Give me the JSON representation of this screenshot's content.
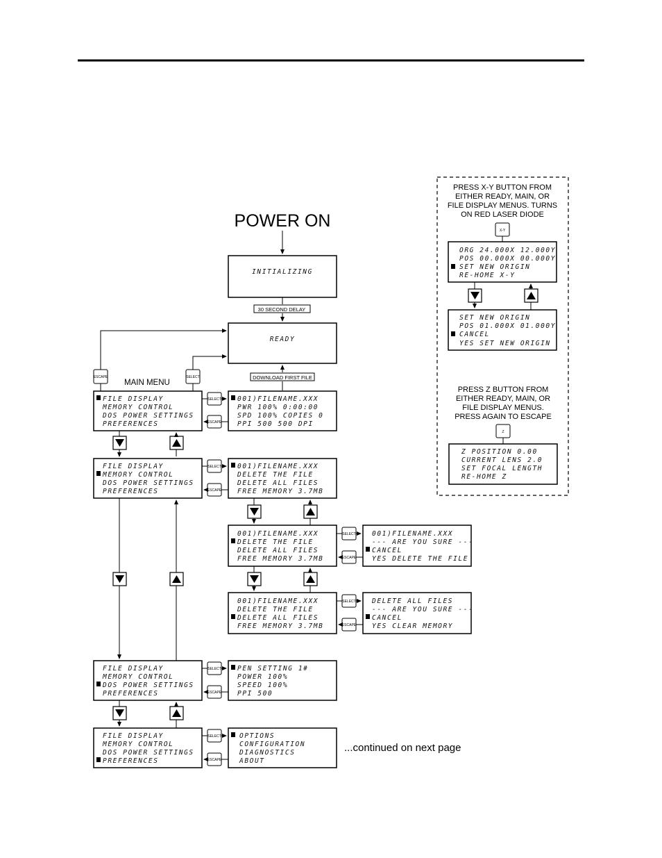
{
  "power_on": "POWER ON",
  "main_menu_label": "MAIN MENU",
  "continued_label": "...continued on next page",
  "delay_label": "30 SECOND DELAY",
  "download_label": "DOWNLOAD FIRST FILE",
  "buttons": {
    "select": "SELECT",
    "escape": "ESCAPE",
    "xy": "X-Y",
    "z": "Z"
  },
  "screens": {
    "initializing": [
      "INITIALIZING"
    ],
    "ready": [
      "READY"
    ],
    "main_file": [
      "FILE DISPLAY",
      "MEMORY CONTROL",
      "DOS POWER SETTINGS",
      "PREFERENCES"
    ],
    "file_display": [
      "001)FILENAME.XXX",
      "PWR  100%   0:00:00",
      "SPD  100%   COPIES  0",
      "PPI   500   500   DPI"
    ],
    "main_memory": [
      "FILE DISPLAY",
      "MEMORY CONTROL",
      "DOS POWER SETTINGS",
      "PREFERENCES"
    ],
    "memory_1": [
      "001)FILENAME.XXX",
      "DELETE THE FILE",
      "DELETE ALL FILES",
      "FREE MEMORY   3.7MB"
    ],
    "memory_2": [
      "001)FILENAME.XXX",
      "DELETE THE FILE",
      "DELETE ALL FILES",
      "FREE MEMORY   3.7MB"
    ],
    "confirm_delete": [
      "001)FILENAME.XXX",
      "--- ARE YOU SURE ---",
      "CANCEL",
      "YES DELETE THE FILE"
    ],
    "memory_3": [
      "001)FILENAME.XXX",
      "DELETE THE FILE",
      "DELETE ALL FILES",
      "FREE MEMORY   3.7MB"
    ],
    "confirm_all": [
      "DELETE ALL FILES",
      "--- ARE YOU SURE ---",
      "CANCEL",
      "YES CLEAR MEMORY"
    ],
    "main_dos": [
      "FILE DISPLAY",
      "MEMORY CONTROL",
      "DOS POWER SETTINGS",
      "PREFERENCES"
    ],
    "dos_settings": [
      "PEN SETTING         1#",
      "POWER             100%",
      "SPEED             100%",
      "PPI                500"
    ],
    "main_prefs": [
      "FILE DISPLAY",
      "MEMORY CONTROL",
      "DOS POWER SETTINGS",
      "PREFERENCES"
    ],
    "prefs": [
      "OPTIONS",
      "CONFIGURATION",
      "DIAGNOSTICS",
      "ABOUT"
    ],
    "xy_1": [
      "ORG 24.000X  12.000Y",
      "POS 00.000X 00.000Y",
      "SET NEW ORIGIN",
      "RE-HOME X-Y"
    ],
    "xy_2": [
      "SET NEW ORIGIN",
      "POS 01.000X 01.000Y",
      "CANCEL",
      "YES  SET NEW ORIGIN"
    ],
    "z_1": [
      "Z POSITION      0.00",
      "CURRENT LENS   2.0",
      "SET FOCAL LENGTH",
      "RE-HOME Z"
    ]
  },
  "xy_note": [
    "PRESS X-Y BUTTON FROM",
    "EITHER READY,  MAIN,  OR",
    "FILE DISPLAY MENUS. TURNS",
    "ON RED LASER DIODE"
  ],
  "z_note": [
    "PRESS Z BUTTON FROM",
    "EITHER READY, MAIN, OR",
    "FILE DISPLAY MENUS.",
    "PRESS AGAIN TO ESCAPE"
  ]
}
